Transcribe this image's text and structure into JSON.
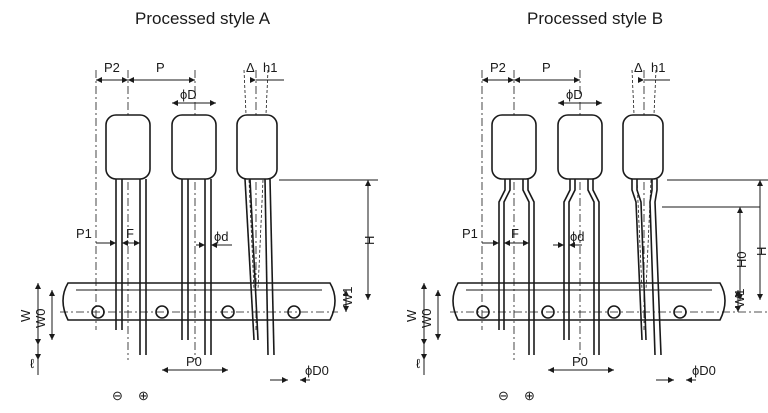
{
  "titles": {
    "style_a": "Processed style A",
    "style_b": "Processed style B"
  },
  "labels": {
    "P2": "P2",
    "P": "P",
    "delta": "Δ",
    "h1": "h1",
    "D": "ϕD",
    "d": "ϕd",
    "P1": "P1",
    "F": "F",
    "H": "H",
    "H0": "H0",
    "W": "W",
    "W0": "W0",
    "W1": "W1",
    "l": "ℓ",
    "P0": "P0",
    "D0": "ϕD0",
    "minus": "⊖",
    "plus": "⊕"
  }
}
